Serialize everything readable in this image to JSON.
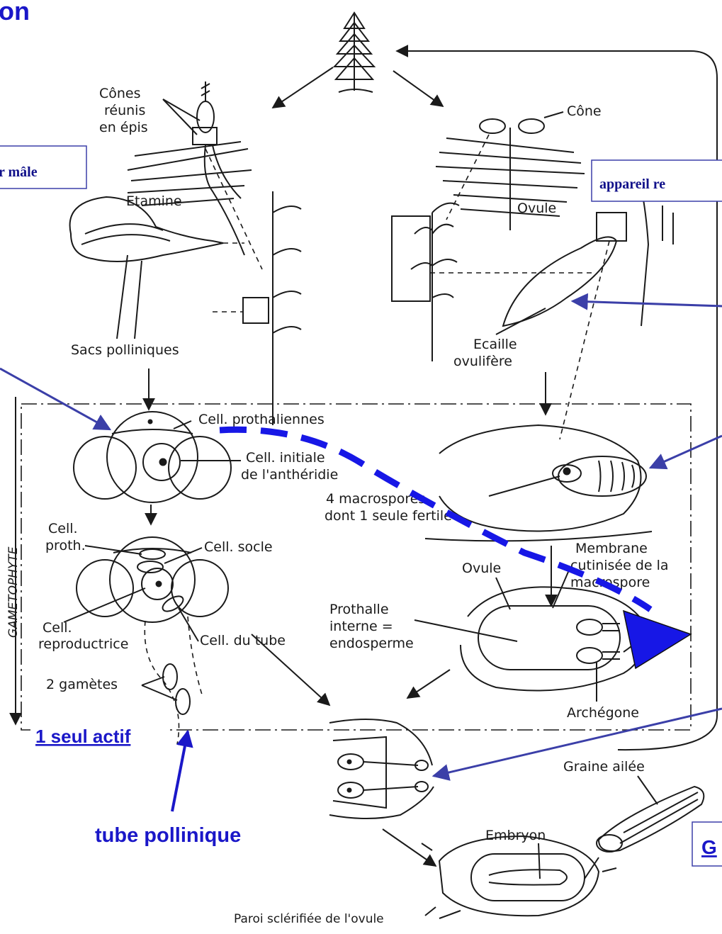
{
  "overlay": {
    "title_fragment": "on",
    "male_box": "r mâle",
    "female_box": "appareil re",
    "seul_actif": "1 seul actif",
    "tube_pollinique": "tube pollinique",
    "right_box_fragment": "G",
    "colors": {
      "annotation_blue": "#1a17c8",
      "arrow_blue": "#3b3fa8",
      "dash_blue": "#1717e6"
    }
  },
  "labels": {
    "cones_reunis": [
      "Cônes",
      "réunis",
      "en épis"
    ],
    "cone": "Cône",
    "etamine": "Etamine",
    "sacs_polliniques": "Sacs polliniques",
    "ovule_top": "Ovule",
    "ecaille": [
      "Ecaille",
      "ovulifère"
    ],
    "cell_prothaliennes": "Cell. prothaliennes",
    "cell_initiale": [
      "Cell. initiale",
      "de l'anthéridie"
    ],
    "macrospores": [
      "4 macrospores",
      "dont 1 seule fertile"
    ],
    "gametophyte": "GAMETOPHYTE",
    "cell_proth": [
      "Cell.",
      "proth."
    ],
    "cell_socle": "Cell. socle",
    "ovule_mid": "Ovule",
    "membrane": [
      "Membrane",
      "cutinisée de la",
      "macrospore"
    ],
    "cell_reproductrice": [
      "Cell.",
      "reproductrice"
    ],
    "cell_du_tube": "Cell. du tube",
    "prothalle": [
      "Prothalle",
      "interne =",
      "endosperme"
    ],
    "deux_gametes": "2 gamètes",
    "archegone": "Archégone",
    "graine_ailee": "Graine ailée",
    "embryon": "Embryon",
    "paroi": "Paroi sclérifiée de l'ovule"
  }
}
